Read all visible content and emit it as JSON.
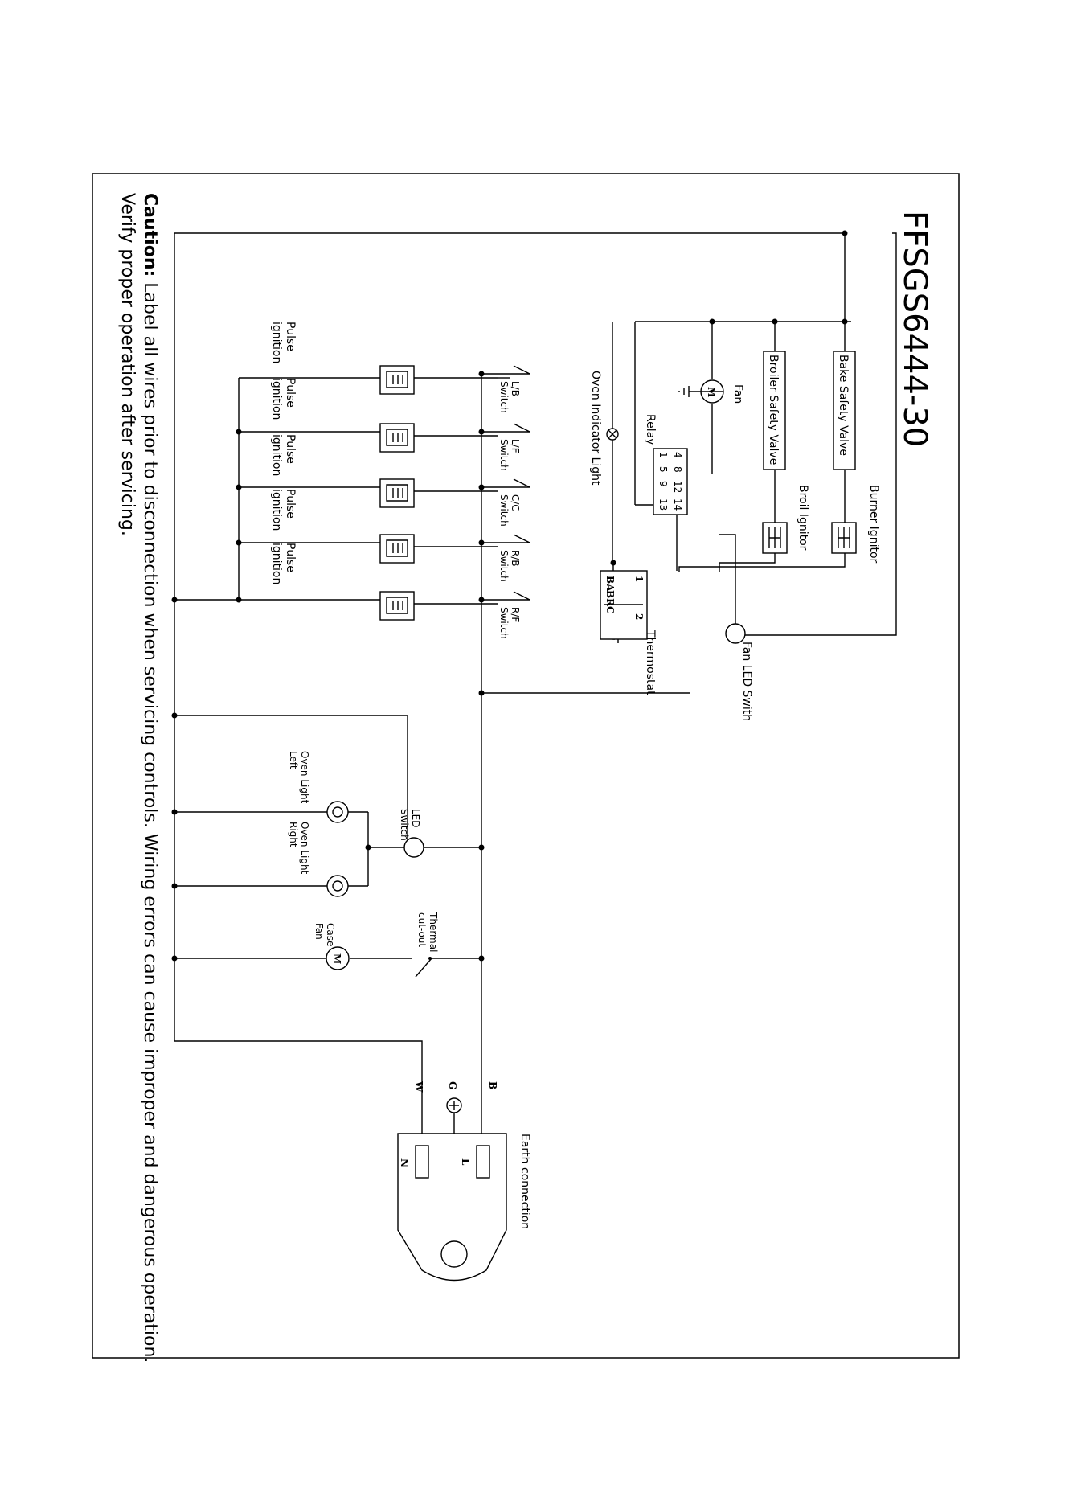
{
  "title": "FFSGS6444-30",
  "caution": {
    "label": "Caution:",
    "line1": " Label all wires prior to disconnection when servicing controls. Wiring errors can cause improper and dangerous operation.",
    "line2": "Verify proper operation after servicing."
  },
  "components": {
    "bake_valve": "Bake Safety Valve",
    "broiler_valve": "Broiler Safety Valve",
    "burner_ignitor": "Burner Ignitor",
    "broil_ignitor": "Broil Ignitor",
    "fan": "Fan",
    "relay": "Relay",
    "relay_pins_top": [
      "4",
      "8",
      "12",
      "14"
    ],
    "relay_pins_bottom": [
      "1",
      "5",
      "9",
      "13"
    ],
    "oven_indicator_light": "Oven Indicator Light",
    "thermostat": "Thermostat",
    "thermostat_pins": [
      "BA",
      "BR",
      "C",
      "1",
      "2"
    ],
    "fan_led_switch": "Fan LED Swith",
    "switches": [
      {
        "l1": "L/B",
        "l2": "Switch"
      },
      {
        "l1": "L/F",
        "l2": "Switch"
      },
      {
        "l1": "C/C",
        "l2": "Switch"
      },
      {
        "l1": "R/B",
        "l2": "Switch"
      },
      {
        "l1": "R/F",
        "l2": "Switch"
      }
    ],
    "pulse_l1": "Pulse",
    "pulse_l2": "ignition",
    "led_switch": {
      "l1": "LED",
      "l2": "Switch"
    },
    "oven_light_left": {
      "l1": "Oven Light",
      "l2": "Left"
    },
    "oven_light_right": {
      "l1": "Oven Light",
      "l2": "Right"
    },
    "thermal_cutout": {
      "l1": "Thermal",
      "l2": "cut-out"
    },
    "case_fan": {
      "l1": "Case",
      "l2": "Fan"
    },
    "earth_connection": "Earth connection",
    "wire_b": "B",
    "wire_g": "G",
    "wire_w": "W",
    "plug_l": "L",
    "plug_n": "N",
    "motor_symbol": "M"
  }
}
